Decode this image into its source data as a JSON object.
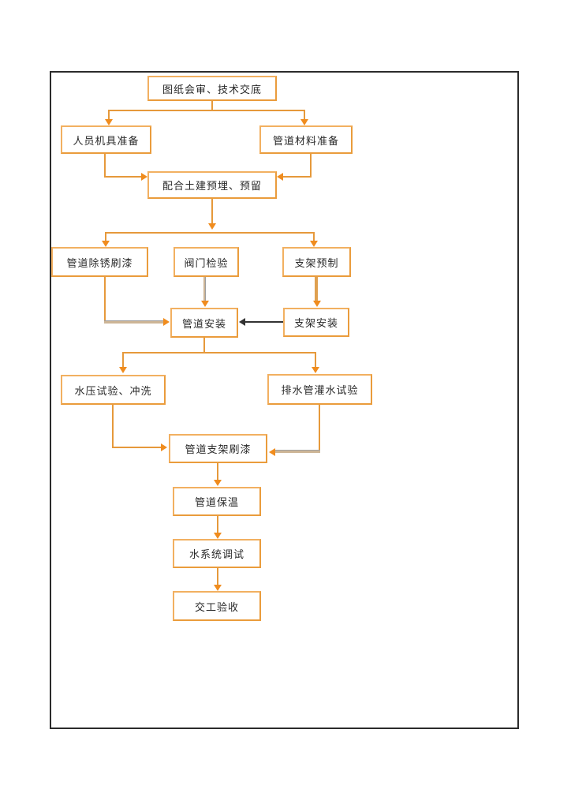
{
  "diagram": {
    "type": "flowchart",
    "description": "Pipe installation construction process flow",
    "nodes": [
      {
        "id": "drawing-review",
        "label": "图纸会审、技术交底"
      },
      {
        "id": "personnel-equipment-prep",
        "label": "人员机具准备"
      },
      {
        "id": "pipe-material-prep",
        "label": "管道材料准备"
      },
      {
        "id": "civil-embed-reserve",
        "label": "配合土建预埋、预留"
      },
      {
        "id": "pipe-derust-paint",
        "label": "管道除锈刷漆"
      },
      {
        "id": "valve-inspection",
        "label": "阀门检验"
      },
      {
        "id": "support-prefabrication",
        "label": "支架预制"
      },
      {
        "id": "pipe-installation",
        "label": "管道安装"
      },
      {
        "id": "support-installation",
        "label": "支架安装"
      },
      {
        "id": "hydraulic-test-flushing",
        "label": "水压试验、冲洗"
      },
      {
        "id": "drain-pipe-fill-test",
        "label": "排水管灌水试验"
      },
      {
        "id": "pipe-support-painting",
        "label": "管道支架刷漆"
      },
      {
        "id": "pipe-insulation",
        "label": "管道保温"
      },
      {
        "id": "water-system-commissioning",
        "label": "水系统调试"
      },
      {
        "id": "completion-acceptance",
        "label": "交工验收"
      }
    ],
    "edges": [
      {
        "from": "drawing-review",
        "to": "personnel-equipment-prep"
      },
      {
        "from": "drawing-review",
        "to": "pipe-material-prep"
      },
      {
        "from": "personnel-equipment-prep",
        "to": "civil-embed-reserve"
      },
      {
        "from": "pipe-material-prep",
        "to": "civil-embed-reserve"
      },
      {
        "from": "civil-embed-reserve",
        "to": "pipe-derust-paint"
      },
      {
        "from": "civil-embed-reserve",
        "to": "valve-inspection"
      },
      {
        "from": "civil-embed-reserve",
        "to": "support-prefabrication"
      },
      {
        "from": "pipe-derust-paint",
        "to": "pipe-installation"
      },
      {
        "from": "valve-inspection",
        "to": "pipe-installation"
      },
      {
        "from": "support-prefabrication",
        "to": "support-installation"
      },
      {
        "from": "support-installation",
        "to": "pipe-installation",
        "style": "black"
      },
      {
        "from": "pipe-installation",
        "to": "hydraulic-test-flushing"
      },
      {
        "from": "pipe-installation",
        "to": "drain-pipe-fill-test"
      },
      {
        "from": "hydraulic-test-flushing",
        "to": "pipe-support-painting"
      },
      {
        "from": "drain-pipe-fill-test",
        "to": "pipe-support-painting"
      },
      {
        "from": "pipe-support-painting",
        "to": "pipe-insulation"
      },
      {
        "from": "pipe-insulation",
        "to": "water-system-commissioning"
      },
      {
        "from": "water-system-commissioning",
        "to": "completion-acceptance"
      }
    ]
  },
  "colors": {
    "box_border": "#EA9C3C",
    "box_border_light": "#F2B061",
    "arrow_orange": "#E6993B",
    "arrow_head": "#F08C1E",
    "arrow_tan": "#CDB596",
    "arrow_tan_h": "#C9A97E",
    "arrow_thick": "#DFA050",
    "arrow_black": "#333333",
    "page_border": "#2B2B2B",
    "background": "#FFFFFF"
  }
}
